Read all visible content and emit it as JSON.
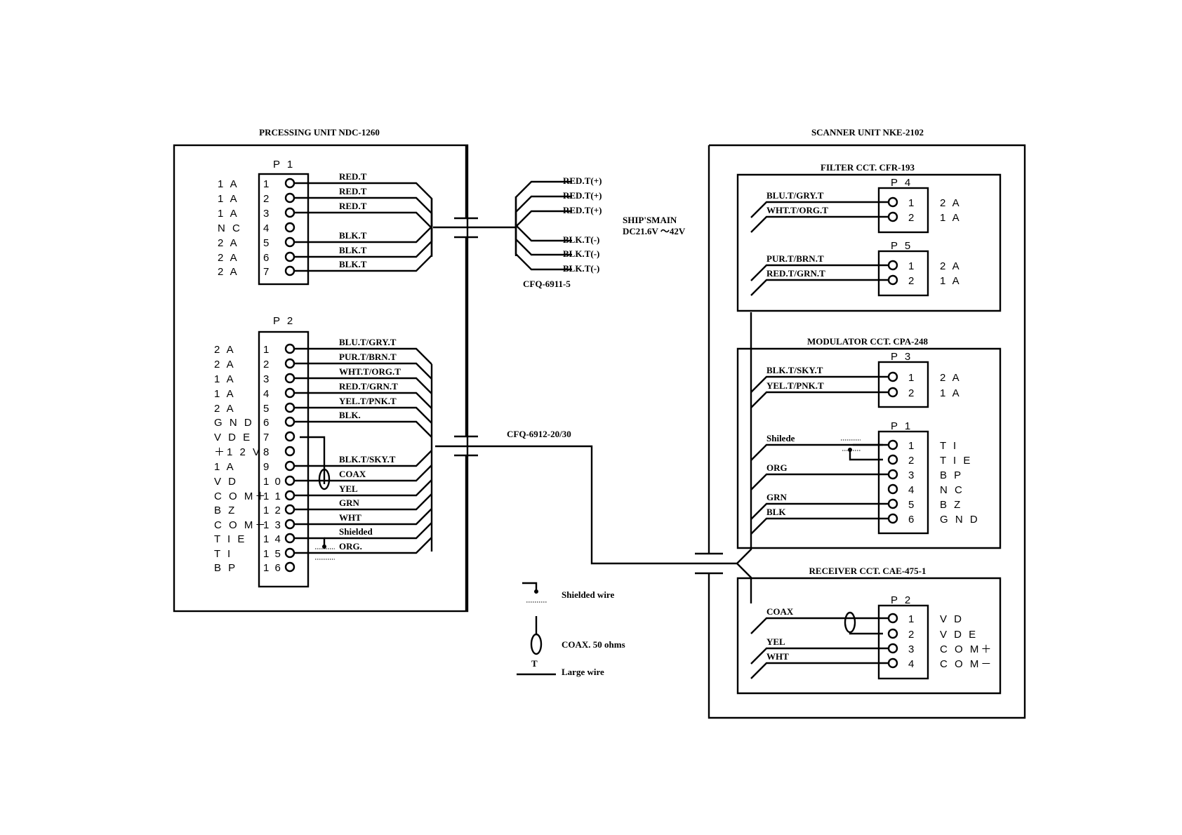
{
  "processing_unit": {
    "title": "PRCESSING UNIT  NDC-1260",
    "p1": {
      "label": "P 1",
      "pins": [
        {
          "no": "1",
          "func": "1 A",
          "wire": "RED.T"
        },
        {
          "no": "2",
          "func": "1 A",
          "wire": "RED.T"
        },
        {
          "no": "3",
          "func": "1 A",
          "wire": "RED.T"
        },
        {
          "no": "4",
          "func": "N C",
          "wire": ""
        },
        {
          "no": "5",
          "func": "2 A",
          "wire": "BLK.T"
        },
        {
          "no": "6",
          "func": "2 A",
          "wire": "BLK.T"
        },
        {
          "no": "7",
          "func": "2 A",
          "wire": "BLK.T"
        }
      ]
    },
    "p2": {
      "label": "P 2",
      "pins": [
        {
          "no": "1",
          "func": "2 A",
          "wire": "BLU.T/GRY.T"
        },
        {
          "no": "2",
          "func": "2 A",
          "wire": "PUR.T/BRN.T"
        },
        {
          "no": "3",
          "func": "1 A",
          "wire": "WHT.T/ORG.T"
        },
        {
          "no": "4",
          "func": "1 A",
          "wire": "RED.T/GRN.T"
        },
        {
          "no": "5",
          "func": "2 A",
          "wire": "YEL.T/PNK.T"
        },
        {
          "no": "6",
          "func": "G N D",
          "wire": "BLK."
        },
        {
          "no": "7",
          "func": "V D E",
          "wire": ""
        },
        {
          "no": "8",
          "func": "＋1 2 V",
          "wire": ""
        },
        {
          "no": "9",
          "func": "1 A",
          "wire": "BLK.T/SKY.T"
        },
        {
          "no": "1 0",
          "func": "V D",
          "wire": "COAX"
        },
        {
          "no": "1 1",
          "func": "C O M＋",
          "wire": "YEL"
        },
        {
          "no": "1 2",
          "func": "B Z",
          "wire": "GRN"
        },
        {
          "no": "1 3",
          "func": "C O M－",
          "wire": "WHT"
        },
        {
          "no": "1 4",
          "func": "T I E",
          "wire": "Shielded"
        },
        {
          "no": "1 5",
          "func": "T I",
          "wire": "ORG."
        },
        {
          "no": "1 6",
          "func": "B P",
          "wire": ""
        }
      ]
    }
  },
  "power_cable": {
    "name": "CFQ-6911-5",
    "wires": [
      "RED.T(+)",
      "RED.T(+)",
      "RED.T(+)",
      "BLK.T(-)",
      "BLK.T(-)",
      "BLK.T(-)"
    ],
    "source_line1": "SHIP'SMAIN",
    "source_line2": "DC21.6V ～42V"
  },
  "signal_cable": {
    "name": "CFQ-6912-20/30"
  },
  "scanner_unit": {
    "title": "SCANNER UNIT  NKE-2102",
    "filter": {
      "title": "FILTER CCT. CFR-193",
      "p4": {
        "label": "P 4",
        "pins": [
          {
            "no": "1",
            "func": "2 A",
            "wire": "BLU.T/GRY.T"
          },
          {
            "no": "2",
            "func": "1 A",
            "wire": "WHT.T/ORG.T"
          }
        ]
      },
      "p5": {
        "label": "P 5",
        "pins": [
          {
            "no": "1",
            "func": "2 A",
            "wire": "PUR.T/BRN.T"
          },
          {
            "no": "2",
            "func": "1 A",
            "wire": "RED.T/GRN.T"
          }
        ]
      }
    },
    "modulator": {
      "title": "MODULATOR CCT. CPA-248",
      "p3": {
        "label": "P 3",
        "pins": [
          {
            "no": "1",
            "func": "2 A",
            "wire": "BLK.T/SKY.T"
          },
          {
            "no": "2",
            "func": "1 A",
            "wire": "YEL.T/PNK.T"
          }
        ]
      },
      "p1": {
        "label": "P 1",
        "pins": [
          {
            "no": "1",
            "func": "T I",
            "wire": "Shilede"
          },
          {
            "no": "2",
            "func": "T I E",
            "wire": ""
          },
          {
            "no": "3",
            "func": "B P",
            "wire": "ORG"
          },
          {
            "no": "4",
            "func": "N C",
            "wire": ""
          },
          {
            "no": "5",
            "func": "B Z",
            "wire": "GRN"
          },
          {
            "no": "6",
            "func": "G N D",
            "wire": "BLK"
          }
        ]
      }
    },
    "receiver": {
      "title": "RECEIVER CCT. CAE-475-1",
      "p2": {
        "label": "P 2",
        "pins": [
          {
            "no": "1",
            "func": "V D",
            "wire": "COAX"
          },
          {
            "no": "2",
            "func": "V D E",
            "wire": ""
          },
          {
            "no": "3",
            "func": "C O M＋",
            "wire": "YEL"
          },
          {
            "no": "4",
            "func": "C O M－",
            "wire": "WHT"
          }
        ]
      }
    }
  },
  "legend": {
    "shielded": "Shielded wire",
    "coax": "COAX.  50 ohms",
    "large_mark": "T",
    "large": "Large wire"
  }
}
